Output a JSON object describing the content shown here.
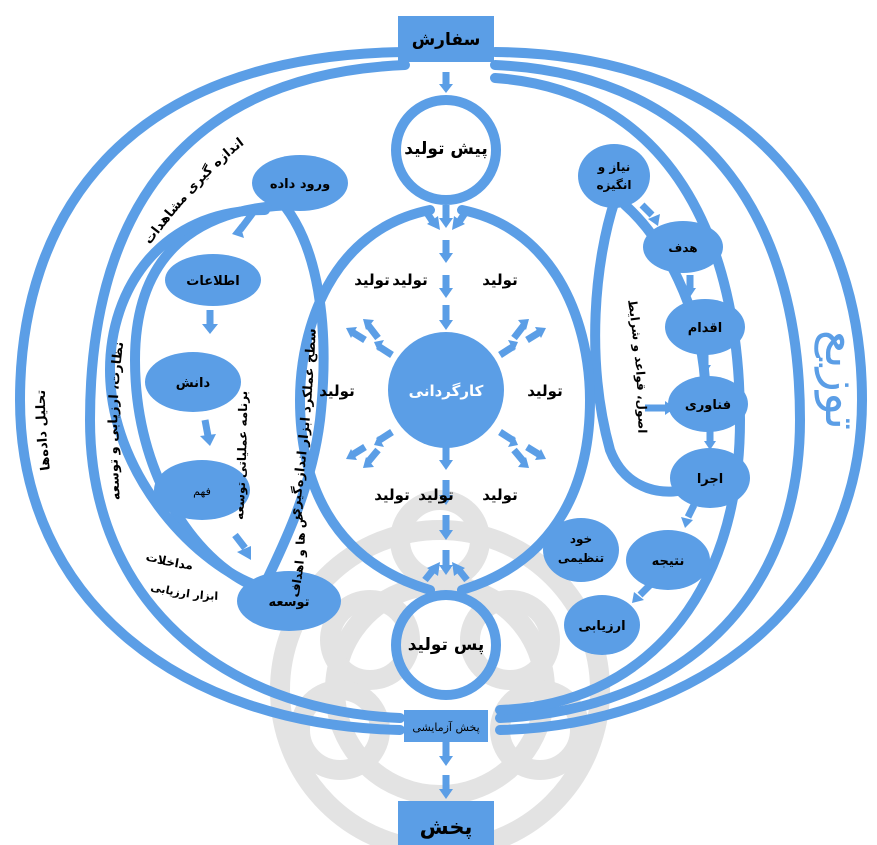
{
  "top_box": "سفارش",
  "bottom_box": "پخش",
  "trial_box": "پخش آزمایشی",
  "pre_production": "پیش تولید",
  "post_production": "پس تولید",
  "directing": "کارگردانی",
  "production_word": "تولید",
  "distribution": "توزیع",
  "left_nodes": {
    "data_input": "ورود داده",
    "information": "اطلاعات",
    "knowledge": "دانش",
    "understanding": "فهم",
    "development": "توسعه"
  },
  "right_nodes": {
    "need_line1": "نیاز و",
    "need_line2": "انگیزه",
    "goal": "هدف",
    "action": "اقدام",
    "technology": "فناوری",
    "execution": "اجرا",
    "result": "نتیجه",
    "evaluation": "ارزیابی",
    "self_reg_line1": "خود",
    "self_reg_line2": "تنظیمی"
  },
  "arc_labels": {
    "measure_obs": "اندازه گیری مشاهدات",
    "data_analysis": "تحلیل داده‌ها",
    "supervision": "نظارت، ارزیابی و توسعه",
    "dev_program": "برنامه عملیاتی توسعه",
    "performance": "سطح عملکرد ابزار اندازه‌گیری",
    "indices": "شاخص ها و اهداف",
    "principles": "اصول، قواعد و شرایط",
    "interventions": "مداخلات",
    "evaluation_tools": "ابزار ارزیابی"
  },
  "colors": {
    "primary": "#5b9ee6",
    "node": "#5b9ee6",
    "watermark": "#e3e3e3"
  }
}
